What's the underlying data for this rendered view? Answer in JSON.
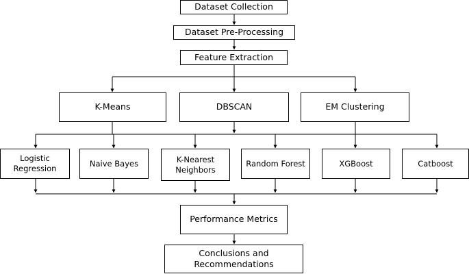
{
  "pipeline": {
    "dataset_collection": "Dataset Collection",
    "dataset_preprocessing": "Dataset Pre-Processing",
    "feature_extraction": "Feature Extraction"
  },
  "clustering": {
    "kmeans": "K-Means",
    "dbscan": "DBSCAN",
    "em": "EM Clustering"
  },
  "classifiers": {
    "logistic_regression": "Logistic\nRegression",
    "naive_bayes": "Naive Bayes",
    "knn": "K-Nearest\nNeighbors",
    "random_forest": "Random Forest",
    "xgboost": "XGBoost",
    "catboost": "Catboost"
  },
  "evaluation": {
    "performance_metrics": "Performance Metrics",
    "conclusions": "Conclusions and\nRecommendations"
  }
}
